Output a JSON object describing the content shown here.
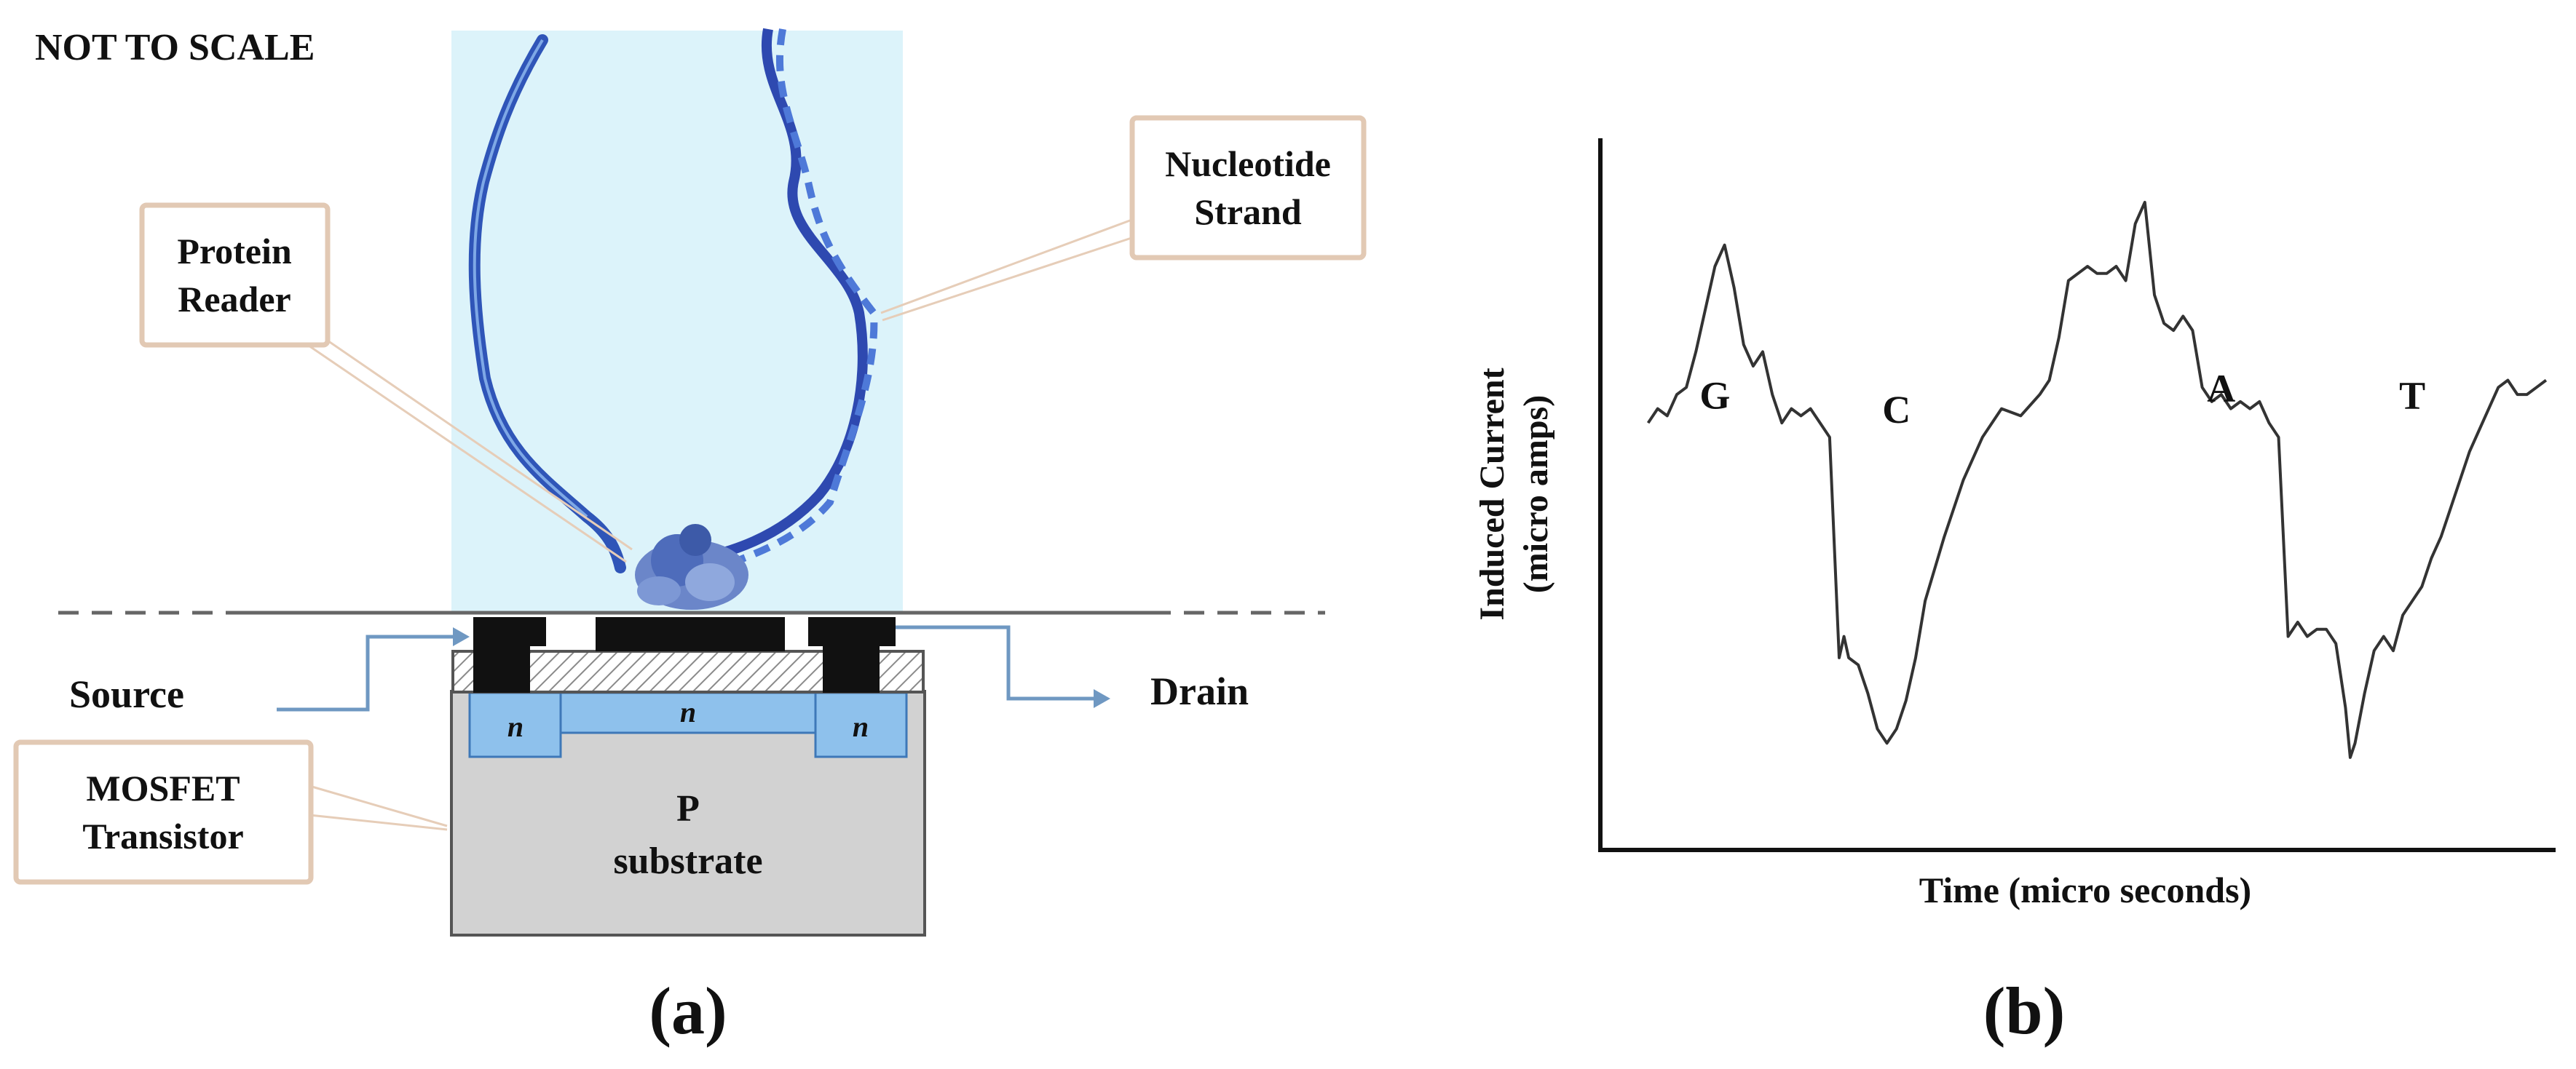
{
  "panel_a": {
    "scale_note": "NOT TO SCALE",
    "callouts": {
      "protein_reader": [
        "Protein",
        "Reader"
      ],
      "nucleotide_strand": [
        "Nucleotide",
        "Strand"
      ],
      "mosfet": [
        "MOSFET",
        "Transistor"
      ]
    },
    "source_label": "Source",
    "drain_label": "Drain",
    "n_region_labels": [
      "n",
      "n",
      "n"
    ],
    "substrate_labels": [
      "P",
      "substrate"
    ],
    "panel_label": "(a)"
  },
  "panel_b": {
    "panel_label": "(b)"
  },
  "colors": {
    "water": "#dcf3fa",
    "strand": "#2f55b8",
    "n_region": "#8ec1ec",
    "substrate": "#d2d2d2",
    "oxide_hatch": "#8a8a8a",
    "callout_border": "#e2c9b4",
    "wire": "#6f98c2"
  },
  "chart_data": {
    "type": "line",
    "title": "",
    "xlabel": "Time (micro seconds)",
    "ylabel_lines": [
      "Induced Current",
      "(micro amps)"
    ],
    "grid": false,
    "xlim": [
      0,
      100
    ],
    "ylim": [
      0,
      100
    ],
    "axis_ticks": false,
    "annotations": [
      {
        "label": "G",
        "x": 12,
        "y": 62
      },
      {
        "label": "C",
        "x": 31,
        "y": 60
      },
      {
        "label": "A",
        "x": 65,
        "y": 63
      },
      {
        "label": "T",
        "x": 85,
        "y": 62
      }
    ],
    "series": [
      {
        "x": [
          5,
          6,
          7,
          8,
          9,
          10,
          11,
          12,
          13,
          14,
          15,
          16,
          17,
          18,
          19,
          20,
          21,
          22,
          23,
          24,
          25,
          25.5,
          26,
          27,
          28,
          29,
          30,
          31,
          32,
          33,
          34,
          36,
          38,
          40,
          42,
          44,
          46,
          47,
          48,
          49,
          50,
          51,
          52,
          53,
          54,
          55,
          56,
          57,
          58,
          59,
          60,
          61,
          62,
          63,
          64,
          65,
          66,
          67,
          68,
          69,
          70,
          71,
          72,
          73,
          74,
          75,
          76,
          77,
          78,
          78.5,
          79,
          80,
          81,
          82,
          83,
          84,
          85,
          86,
          87,
          88,
          89,
          90,
          91,
          92,
          93,
          94,
          95,
          96,
          97,
          98,
          99
        ],
        "y": [
          60,
          62,
          61,
          64,
          65,
          70,
          76,
          82,
          85,
          79,
          71,
          68,
          70,
          64,
          60,
          62,
          61,
          62,
          60,
          58,
          27,
          30,
          27,
          26,
          22,
          17,
          15,
          17,
          21,
          27,
          35,
          44,
          52,
          58,
          62,
          61,
          64,
          66,
          72,
          80,
          81,
          82,
          81,
          81,
          82,
          80,
          88,
          91,
          78,
          74,
          73,
          75,
          73,
          65,
          63,
          64,
          62,
          63,
          62,
          63,
          60,
          58,
          30,
          32,
          30,
          31,
          31,
          29,
          20,
          13,
          15,
          22,
          28,
          30,
          28,
          33,
          35,
          37,
          41,
          44,
          48,
          52,
          56,
          59,
          62,
          65,
          66,
          64,
          64,
          65,
          66
        ]
      }
    ]
  }
}
